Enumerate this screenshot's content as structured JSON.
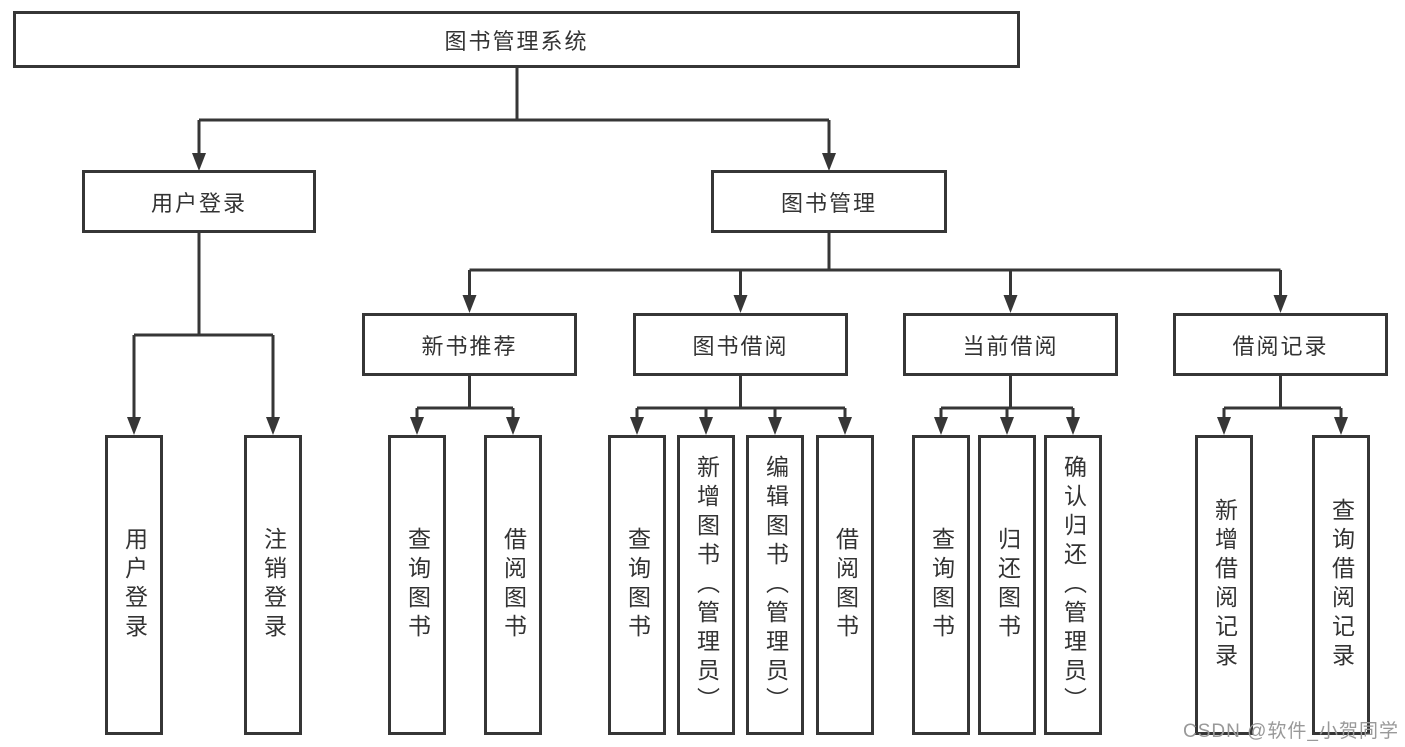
{
  "diagram_title": "图书管理系统",
  "watermark": "CSDN @软件_小贺同学",
  "colors": {
    "line": "#363636",
    "box_border": "#363636",
    "text": "#333333",
    "background": "#ffffff",
    "watermark_text": "#999999"
  },
  "nodes": {
    "root": {
      "label": "图书管理系统"
    },
    "user_login": {
      "label": "用户登录"
    },
    "book_mgmt": {
      "label": "图书管理"
    },
    "new_book_rec": {
      "label": "新书推荐"
    },
    "book_borrow": {
      "label": "图书借阅"
    },
    "current_borrow": {
      "label": "当前借阅"
    },
    "borrow_records": {
      "label": "借阅记录"
    },
    "leaf_user_login": {
      "label": "用户登录"
    },
    "leaf_logout": {
      "label": "注销登录"
    },
    "leaf_nb_query": {
      "label": "查询图书"
    },
    "leaf_nb_borrow": {
      "label": "借阅图书"
    },
    "leaf_bw_query": {
      "label": "查询图书"
    },
    "leaf_bw_add": {
      "label": "新增图书（管理员）"
    },
    "leaf_bw_edit": {
      "label": "编辑图书（管理员）"
    },
    "leaf_bw_borrow": {
      "label": "借阅图书"
    },
    "leaf_cur_query": {
      "label": "查询图书"
    },
    "leaf_cur_return": {
      "label": "归还图书"
    },
    "leaf_cur_confirm": {
      "label": "确认归还（管理员）"
    },
    "leaf_rec_add": {
      "label": "新增借阅记录"
    },
    "leaf_rec_query": {
      "label": "查询借阅记录"
    }
  },
  "hierarchy": {
    "图书管理系统": {
      "用户登录": [
        "用户登录",
        "注销登录"
      ],
      "图书管理": {
        "新书推荐": [
          "查询图书",
          "借阅图书"
        ],
        "图书借阅": [
          "查询图书",
          "新增图书（管理员）",
          "编辑图书（管理员）",
          "借阅图书"
        ],
        "当前借阅": [
          "查询图书",
          "归还图书",
          "确认归还（管理员）"
        ],
        "借阅记录": [
          "新增借阅记录",
          "查询借阅记录"
        ]
      }
    }
  }
}
